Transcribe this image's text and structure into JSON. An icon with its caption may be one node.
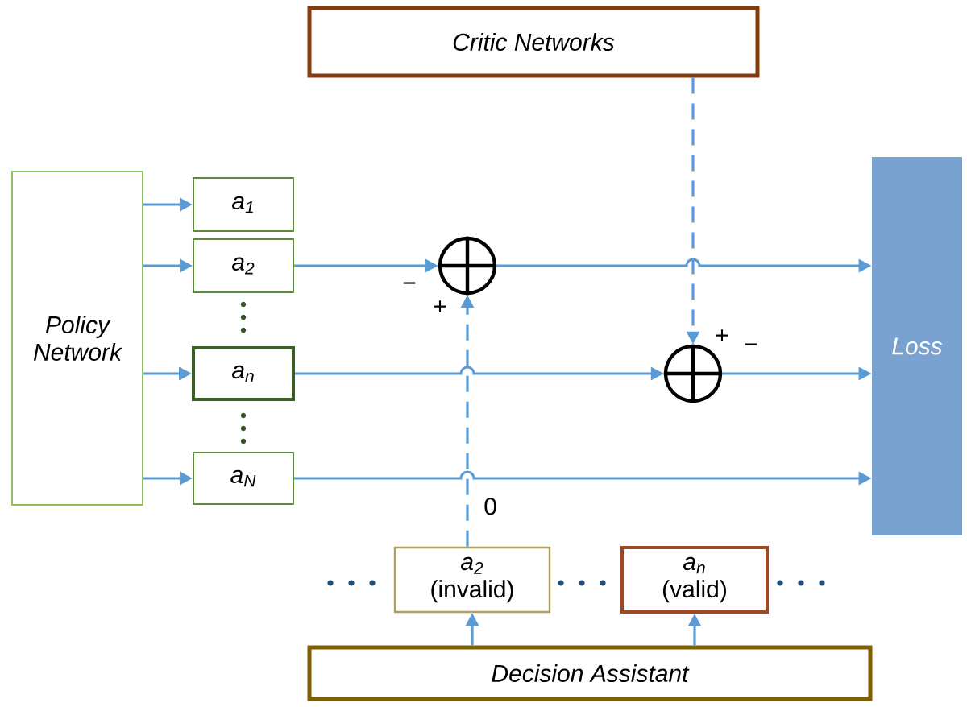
{
  "diagram": {
    "nodes": [
      {
        "text": [
          "Critic Networks"
        ]
      },
      {
        "text": [
          "Policy Network"
        ]
      },
      {
        "text": [
          "a$_{1}$"
        ]
      },
      {
        "text": [
          "a$_{2}$"
        ]
      },
      {
        "text": [
          "a$_{n}$"
        ]
      },
      {
        "text": [
          "a$_{N}$"
        ]
      },
      {
        "text": [],
        "shape": "circle"
      },
      {
        "text": [],
        "shape": "circle"
      },
      {
        "text": [
          "Loss"
        ]
      },
      {
        "text": [
          "a$_{2}$",
          "(invalid)"
        ]
      },
      {
        "text": [
          "a$_{n}$",
          "(valid)"
        ]
      },
      {
        "text": [
          "Decision Assistant"
        ]
      }
    ],
    "edges": [
      {
        "from": 1,
        "to": 2,
        "arrow": "to"
      },
      {
        "from": 1,
        "to": 3,
        "arrow": "to"
      },
      {
        "from": 1,
        "to": 4,
        "arrow": "to"
      },
      {
        "from": 1,
        "to": 5,
        "arrow": "to"
      },
      {
        "from": 3,
        "to": 6,
        "arrow": "to"
      },
      {
        "from": 6,
        "to": 8,
        "arrow": "to"
      },
      {
        "from": 4,
        "to": 7,
        "arrow": "to"
      },
      {
        "from": 7,
        "to": 8,
        "arrow": "to"
      },
      {
        "from": 5,
        "to": 8,
        "arrow": "to"
      },
      {
        "from": 9,
        "to": 6,
        "arrow": "to",
        "style": "dashed",
        "label": "0"
      },
      {
        "from": 0,
        "to": 7,
        "arrow": "to",
        "style": "dashed"
      },
      {
        "from": 11,
        "to": 9,
        "arrow": "to"
      },
      {
        "from": 11,
        "to": 10,
        "arrow": "to"
      }
    ],
    "labels": [
      "−",
      "+",
      "+",
      "−"
    ]
  }
}
